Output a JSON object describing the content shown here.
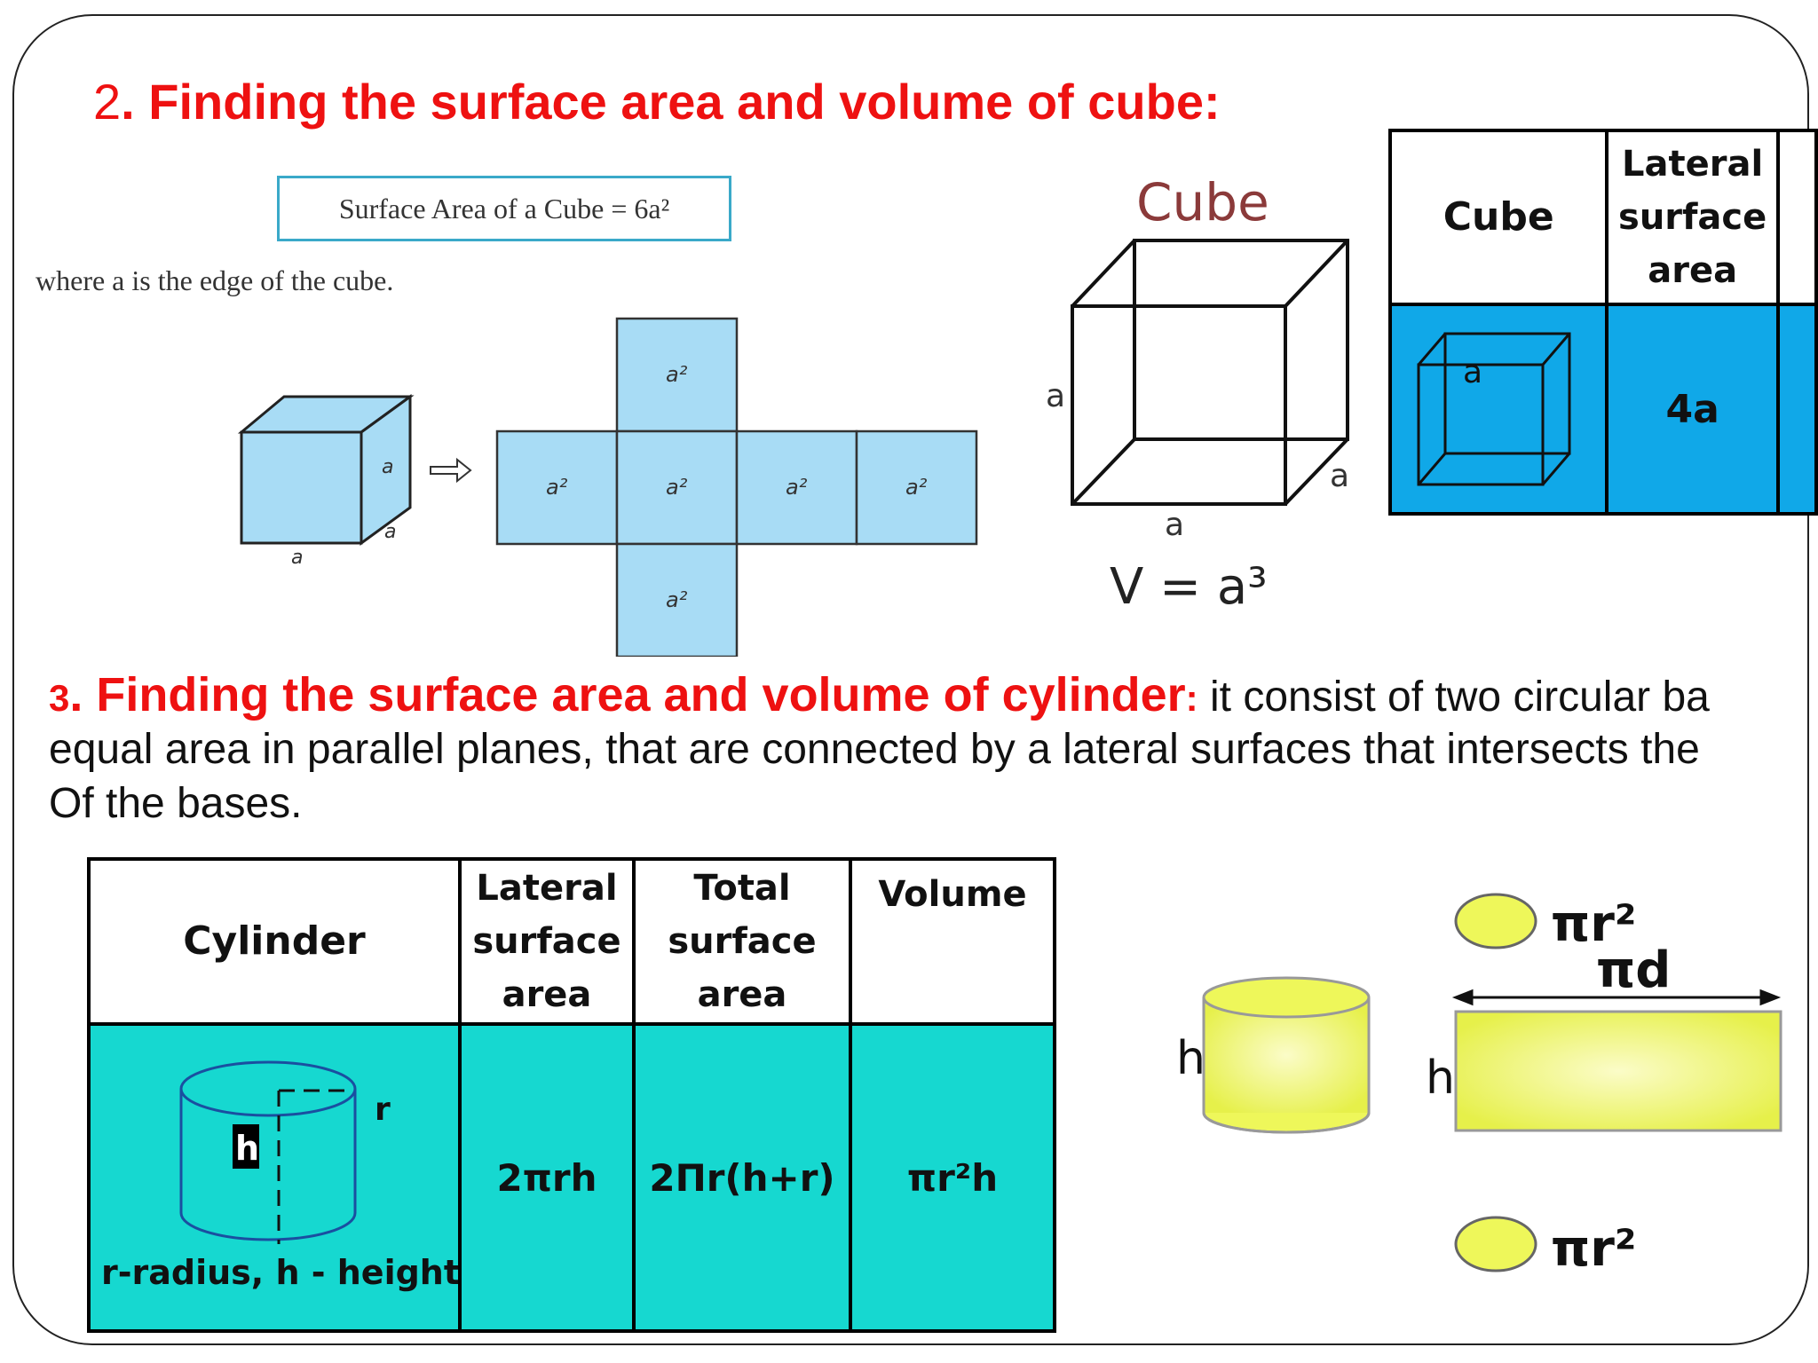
{
  "cube_section": {
    "number": "2",
    "title": ". Finding the surface area and volume of cube:",
    "formula": "Surface Area of a Cube = 6a²",
    "where_text": "where a is the edge of the cube.",
    "net_labels": {
      "side": "a",
      "face": "a²"
    },
    "diagram_title": "Cube",
    "edge_label": "a",
    "volume_formula": "V = a³",
    "table": {
      "headers": [
        "Cube",
        "Lateral surface area"
      ],
      "edge_label": "a",
      "lateral_value": "4a"
    }
  },
  "cylinder_section": {
    "number": "3",
    "title": ". Finding the surface area and volume of cylinder",
    "colon": ":",
    "line1": " it consist  of two circular ba",
    "line2": "equal area in parallel planes, that are connected  by a lateral surfaces that intersects the",
    "line3": "Of the bases.",
    "table": {
      "headers": [
        "Cylinder",
        "Lateral surface area",
        "Total surface area",
        "Volume"
      ],
      "row": {
        "r_label": "r",
        "h_label": "h",
        "caption": "r-radius, h - height",
        "lateral": "2πrh",
        "total": "2Πr(h+r)",
        "volume": "πr²h"
      }
    },
    "net": {
      "h_label": "h",
      "top_area": "πr²",
      "width_label": "πd",
      "bottom_area": "πr²"
    }
  },
  "colors": {
    "heading": "#ee1111",
    "cyan_row": "#16d8d0",
    "blue_row": "#10a8e8",
    "net_fill": "#a8dcf5",
    "cylinder_fill": "#eef75a"
  }
}
